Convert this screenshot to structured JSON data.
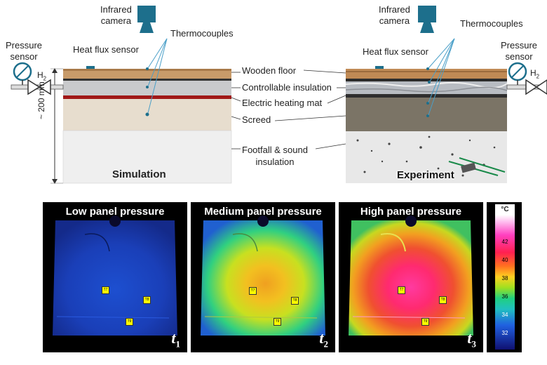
{
  "top": {
    "infrared_camera": [
      "Infrared",
      "camera"
    ],
    "thermocouples": "Thermocouples",
    "heat_flux_sensor": "Heat flux sensor",
    "pressure_sensor": [
      "Pressure",
      "sensor"
    ],
    "h2": "H",
    "h2_sub": "2",
    "dimension": "~ 200 mm",
    "layers": [
      "Wooden floor",
      "Controllable insulation",
      "Electric heating mat",
      "Screed",
      "Footfall & sound",
      "insulation"
    ],
    "simulation": "Simulation",
    "experiment": "Experiment"
  },
  "panels": [
    {
      "title": "Low panel pressure",
      "t": "t",
      "t_sub": "1"
    },
    {
      "title": "Medium panel pressure",
      "t": "t",
      "t_sub": "2"
    },
    {
      "title": "High panel pressure",
      "t": "t",
      "t_sub": "3"
    }
  ],
  "thermocouple_tags": [
    "T7",
    "T8",
    "T9"
  ],
  "colorbar": {
    "unit": "°C",
    "ticks": [
      "42",
      "40",
      "38",
      "36",
      "34",
      "32"
    ]
  }
}
